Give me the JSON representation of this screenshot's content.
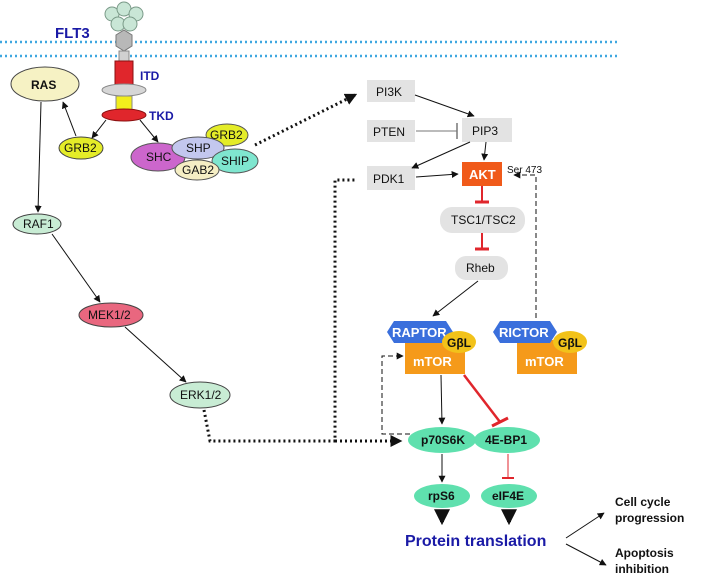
{
  "diagram": {
    "receptor": {
      "name": "FLT3",
      "itd": "ITD",
      "tkd": "TKD"
    },
    "nodes": {
      "ras": "RAS",
      "grb2_left": "GRB2",
      "raf1": "RAF1",
      "mek": "MEK1/2",
      "erk": "ERK1/2",
      "shc": "SHC",
      "shp": "SHP",
      "grb2_right": "GRB2",
      "ship": "SHIP",
      "gab2": "GAB2",
      "pi3k": "PI3K",
      "pten": "PTEN",
      "pip3": "PIP3",
      "pdk1": "PDK1",
      "akt": "AKT",
      "ser473": "Ser 473",
      "tsc": "TSC1/TSC2",
      "rheb": "Rheb",
      "raptor": "RAPTOR",
      "gbl_left": "GβL",
      "mtor_left": "mTOR",
      "rictor": "RICTOR",
      "gbl_right": "GβL",
      "mtor_right": "mTOR",
      "p70s6k": "p70S6K",
      "bp1": "4E-BP1",
      "rps6": "rpS6",
      "eif4e": "eIF4E"
    },
    "outputs": {
      "protein": "Protein translation",
      "cell_cycle_1": "Cell cycle",
      "cell_cycle_2": "progression",
      "apoptosis_1": "Apoptosis",
      "apoptosis_2": "inhibition"
    },
    "colors": {
      "membrane": "#3fa7e0",
      "receptor_flower": "#c9e6d6",
      "itd": "#e0262c",
      "tkd": "#f2ee1c",
      "ras": "#f6f2c4",
      "grb2": "#e4ec28",
      "raf_erk": "#c8ecd4",
      "mek": "#e9677f",
      "shc": "#cc66cc",
      "shp": "#c3c7ee",
      "ship": "#7fe6cf",
      "gab2": "#f5eec4",
      "grey_node": "#e3e3e3",
      "akt": "#f05a1a",
      "mtor": "#f59a1a",
      "raptor_rictor": "#3a6fdc",
      "gbl": "#f2c21a",
      "green_oval": "#5fe0ae",
      "inhibit": "#e0262c",
      "protein_text": "#1a1aa6"
    }
  }
}
